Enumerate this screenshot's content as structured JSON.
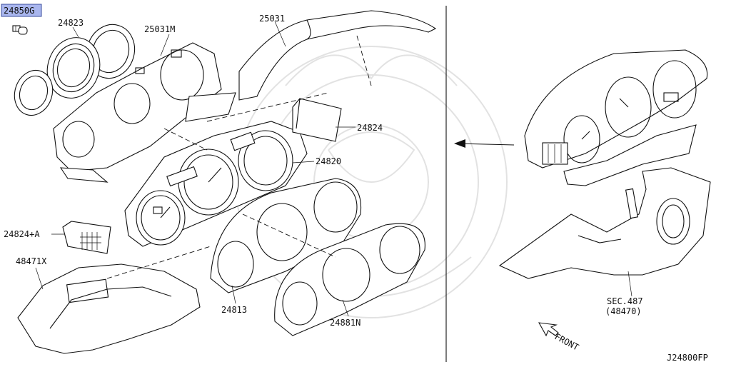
{
  "diagram": {
    "code": "J24800FP",
    "direction_label": "FRONT",
    "parts": [
      {
        "id": "248506",
        "label": "24850G",
        "highlighted": true
      },
      {
        "id": "24823",
        "label": "24823"
      },
      {
        "id": "25031M",
        "label": "25031M"
      },
      {
        "id": "25031",
        "label": "25031"
      },
      {
        "id": "24824",
        "label": "24824"
      },
      {
        "id": "24820",
        "label": "24820"
      },
      {
        "id": "24824A",
        "label": "24824+A"
      },
      {
        "id": "48471X",
        "label": "48471X"
      },
      {
        "id": "24813",
        "label": "24813"
      },
      {
        "id": "24881N",
        "label": "24881N"
      }
    ],
    "section_ref": {
      "line1": "SEC.487",
      "line2": "(48470)"
    }
  },
  "colors": {
    "highlight": "#a9b6ee",
    "ink": "#111111",
    "watermark": "#e2e2e2"
  }
}
